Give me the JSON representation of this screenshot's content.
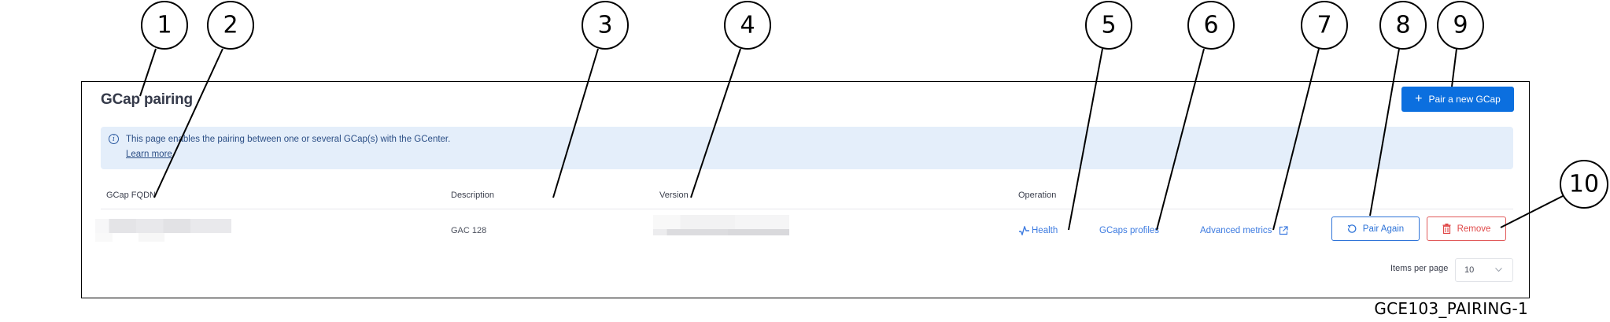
{
  "page": {
    "title": "GCap pairing",
    "primary_action": {
      "label": "Pair a new GCap",
      "icon": "plus-icon",
      "color": "#0b6fdf"
    }
  },
  "info_banner": {
    "icon": "info-icon",
    "text": "This page enables the pairing between one or several GCap(s) with the GCenter.",
    "link_label": "Learn more"
  },
  "table": {
    "columns": [
      "GCap FQDN",
      "Description",
      "Version",
      "Operation"
    ],
    "rows": [
      {
        "fqdn": "",
        "description": "GAC 128",
        "version": "",
        "operations": {
          "health_label": "Health",
          "health_icon": "pulse-icon",
          "profiles_label": "GCaps profiles",
          "metrics_label": "Advanced metrics",
          "metrics_icon": "external-link-icon",
          "pair_again_label": "Pair Again",
          "pair_again_icon": "refresh-icon",
          "remove_label": "Remove",
          "remove_icon": "trash-icon"
        }
      }
    ]
  },
  "pagination": {
    "items_per_page_label": "Items per page",
    "items_per_page_value": "10"
  },
  "colors": {
    "primary": "#0b6fdf",
    "link": "#3d7be0",
    "danger": "#e04848",
    "info_bg": "#e4eefa"
  },
  "callouts": [
    "1",
    "2",
    "3",
    "4",
    "5",
    "6",
    "7",
    "8",
    "9",
    "10"
  ],
  "figure_caption": "GCE103_PAIRING-1"
}
